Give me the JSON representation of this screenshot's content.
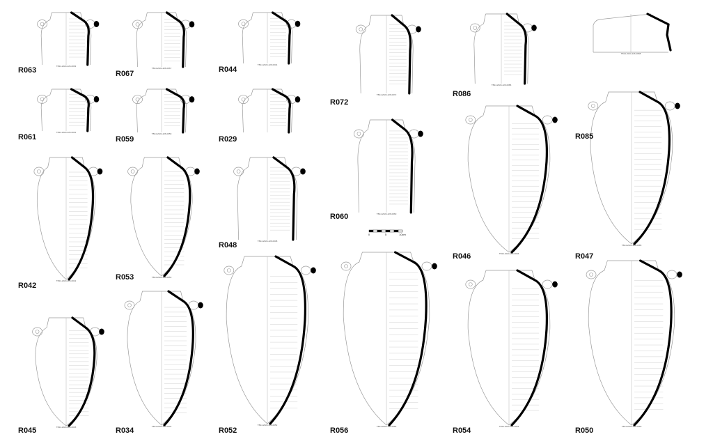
{
  "vessels": [
    {
      "code": "R063",
      "shape": "short",
      "caption": "TB14-2024-226-0063"
    },
    {
      "code": "R067",
      "shape": "short",
      "caption": "TB14-2024-226-0067"
    },
    {
      "code": "R044",
      "shape": "short",
      "caption": "TB14-2024-226-0044"
    },
    {
      "code": "R072",
      "shape": "mid",
      "caption": "TB14-2024-226-0072"
    },
    {
      "code": "R086",
      "shape": "short",
      "caption": "TB14-2024-226-0086"
    },
    {
      "code": "R061",
      "shape": "short",
      "caption": "TB14-2024-226-0061"
    },
    {
      "code": "R059",
      "shape": "short",
      "caption": "TB14-2024-226-0059"
    },
    {
      "code": "R029",
      "shape": "short",
      "caption": ""
    },
    {
      "code": "R060",
      "shape": "mid",
      "caption": "TB14-2024-226-0060"
    },
    {
      "code": "R085",
      "shape": "full",
      "caption": "TB14-2024-226-0085"
    },
    {
      "code": "R042",
      "shape": "full",
      "caption": "TB14-2024-226-0042"
    },
    {
      "code": "R053",
      "shape": "full",
      "caption": "TB14-2024-226-0053"
    },
    {
      "code": "R048",
      "shape": "mid",
      "caption": "TB14-2024-226-0048"
    },
    {
      "code": "R046",
      "shape": "full",
      "caption": "TB14-2024-226-0046"
    },
    {
      "code": "R047",
      "shape": "full",
      "caption": "TB14-2024-226-0047"
    },
    {
      "code": "R045",
      "shape": "full",
      "caption": "TB14-2024-226-0045"
    },
    {
      "code": "R034",
      "shape": "full",
      "caption": "TB14-2024-226-0034"
    },
    {
      "code": "R052",
      "shape": "full",
      "caption": "TB14-2024-226-0052"
    },
    {
      "code": "R056",
      "shape": "full",
      "caption": "TB14-2024-226-0056"
    },
    {
      "code": "R054",
      "shape": "full",
      "caption": "TB14-2024-226-0054"
    },
    {
      "code": "R050",
      "shape": "full",
      "caption": "TB14-2024-226-0050"
    }
  ],
  "unlabeled_fragment": {
    "caption": "TB14-2024-226-0088"
  },
  "scale_bar": {
    "labels": [
      "0",
      "5",
      "10cm"
    ]
  }
}
